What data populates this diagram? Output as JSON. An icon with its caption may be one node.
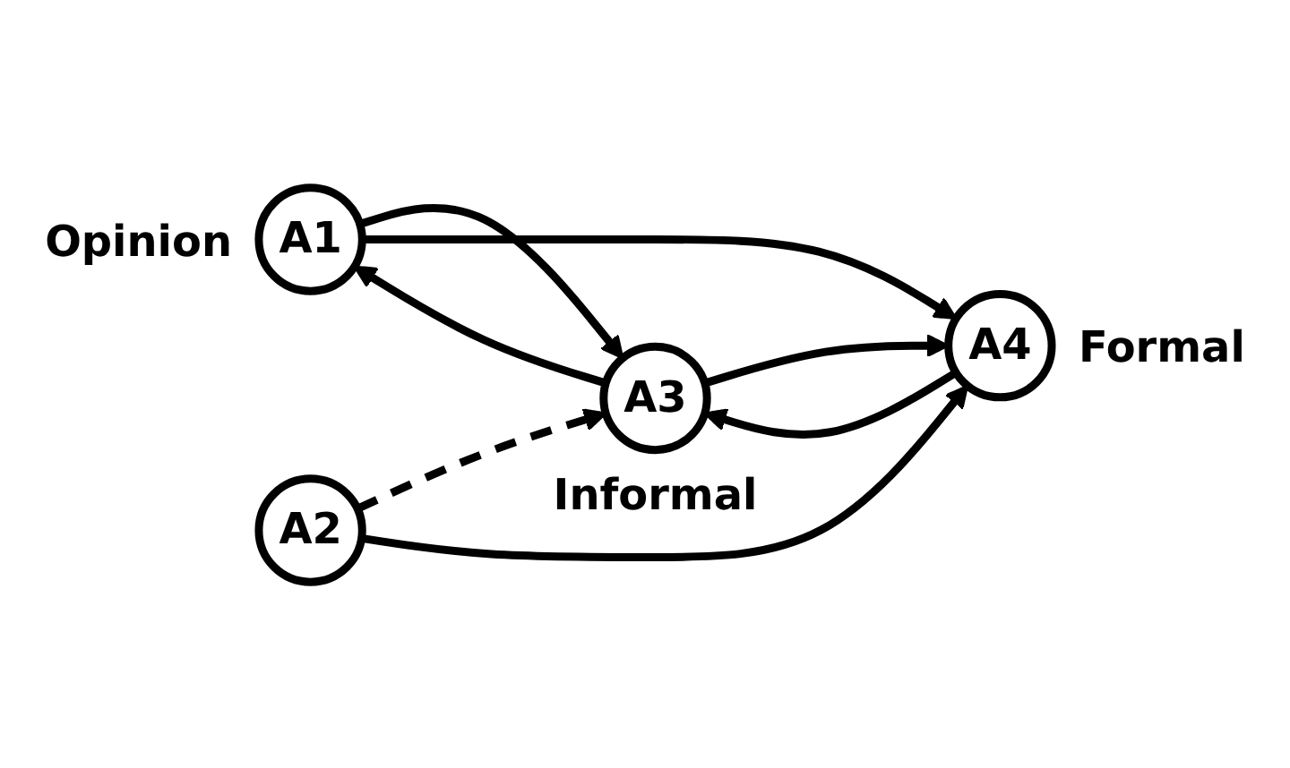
{
  "diagram": {
    "nodes": [
      {
        "text": [
          "A3"
        ],
        "beside": [
          "Informal"
        ]
      },
      {
        "text": [
          "A1"
        ],
        "beside": [
          "Opinion"
        ]
      },
      {
        "text": [
          "A4"
        ],
        "beside": [
          "Formal"
        ]
      },
      {
        "text": [
          "A2"
        ]
      }
    ],
    "edges": [
      {
        "from": 1,
        "to": 0,
        "arrow": "to"
      },
      {
        "from": 0,
        "to": 1,
        "arrow": "to"
      },
      {
        "from": 0,
        "to": 2,
        "arrow": "to"
      },
      {
        "from": 2,
        "to": 0,
        "arrow": "to"
      },
      {
        "from": 1,
        "to": 2,
        "arrow": "to"
      },
      {
        "from": 3,
        "to": 0,
        "arrow": "to",
        "style": "dashed"
      },
      {
        "from": 3,
        "to": 2,
        "arrow": "to"
      }
    ]
  }
}
